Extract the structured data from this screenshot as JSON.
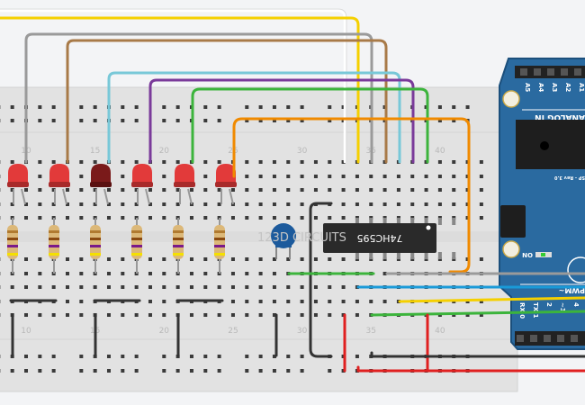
{
  "breadboard": {
    "column_labels": [
      "10",
      "15",
      "20",
      "25",
      "30",
      "35",
      "40"
    ],
    "watermark": "123D CIRCUITS"
  },
  "chip": {
    "label": "74HC595"
  },
  "arduino": {
    "analog_pins": [
      "A5",
      "A4",
      "A3",
      "A2",
      "A1"
    ],
    "analog_label": "ANALOG IN",
    "rev_label": "SP - Rev 3.0",
    "on_label": "ON",
    "pwm_label": "PWM~",
    "digital_pins": [
      "RX 0",
      "TX 1",
      "2",
      "~3",
      "4"
    ]
  },
  "colors": {
    "board": "#e2e2e2",
    "arduino": "#2a6aa0",
    "led_on": "#e23a3a",
    "led_off": "#7a1a1a",
    "capacitor": "#1c5a9c"
  }
}
